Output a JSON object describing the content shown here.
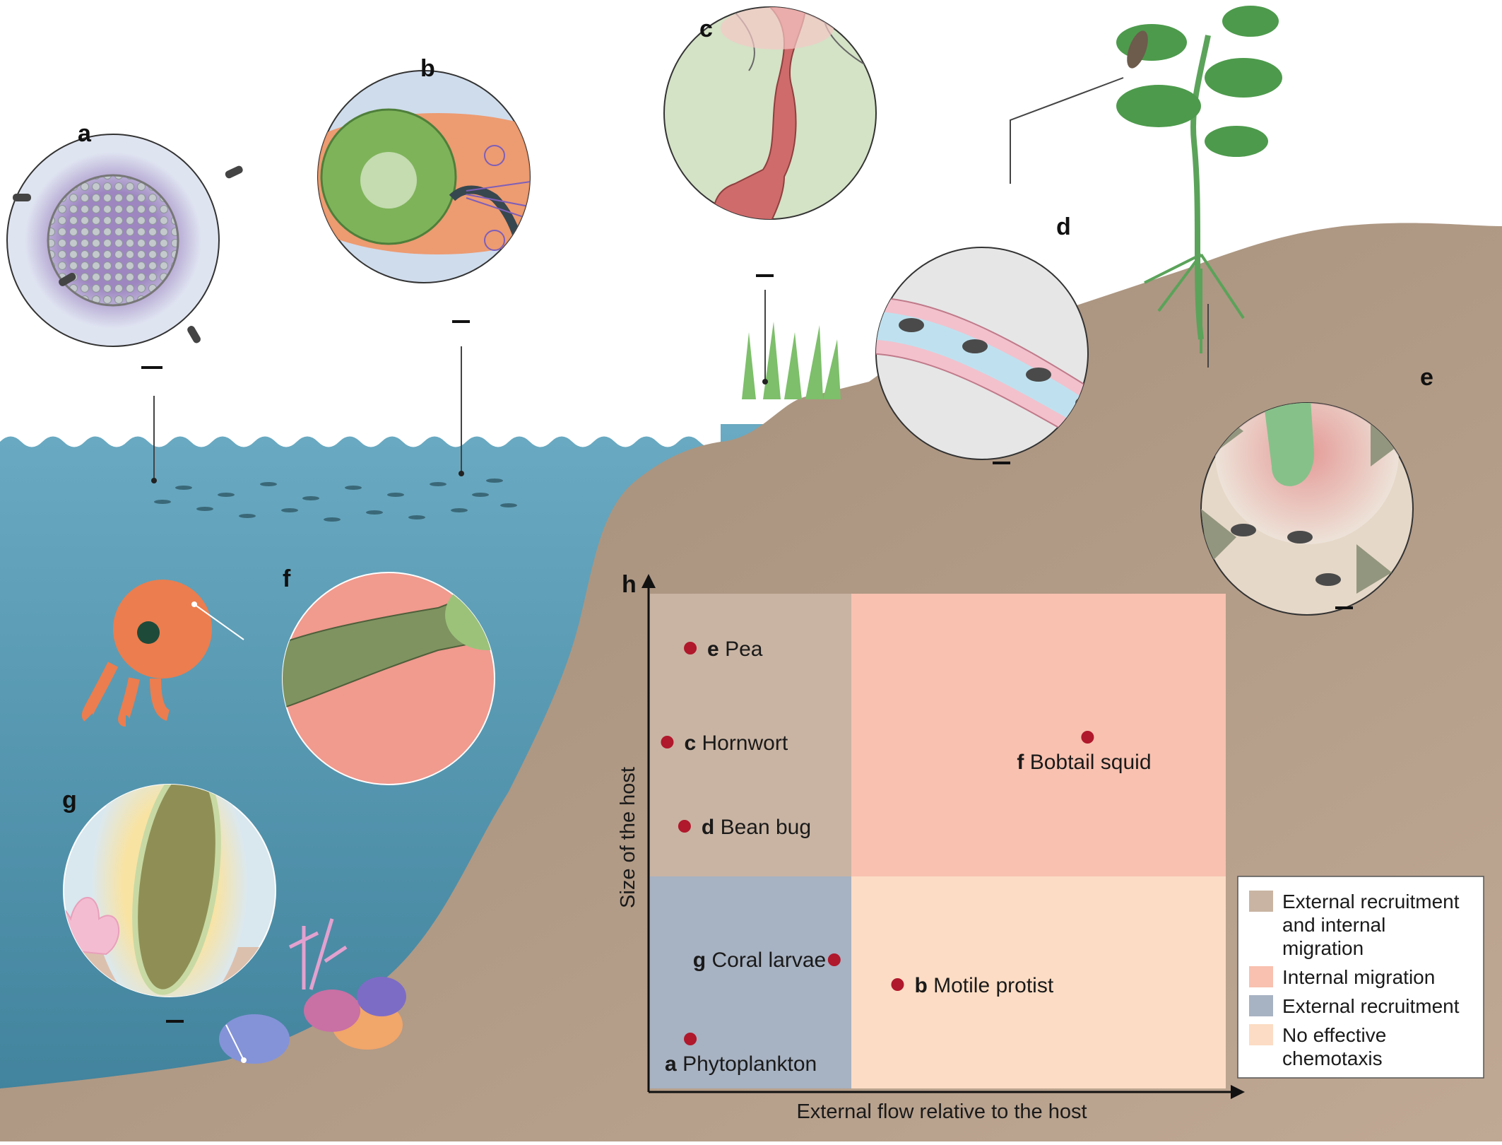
{
  "panels": {
    "a": "a",
    "b": "b",
    "c": "c",
    "d": "d",
    "e": "e",
    "f": "f",
    "g": "g",
    "h": "h"
  },
  "chart_data": {
    "type": "scatter",
    "xlabel": "External flow relative to the host",
    "ylabel": "Size of the host",
    "points": [
      {
        "letter": "e",
        "label": "Pea",
        "x": 0.07,
        "y": 0.89
      },
      {
        "letter": "c",
        "label": "Hornwort",
        "x": 0.03,
        "y": 0.7
      },
      {
        "letter": "f",
        "label": "Bobtail squid",
        "x": 0.76,
        "y": 0.71
      },
      {
        "letter": "d",
        "label": "Bean bug",
        "x": 0.06,
        "y": 0.53
      },
      {
        "letter": "g",
        "label": "Coral larvae",
        "x": 0.32,
        "y": 0.26
      },
      {
        "letter": "b",
        "label": "Motile protist",
        "x": 0.43,
        "y": 0.21
      },
      {
        "letter": "a",
        "label": "Phytoplankton",
        "x": 0.07,
        "y": 0.1
      }
    ],
    "regions": [
      {
        "name": "External recruitment and internal migration",
        "color": "#c9b4a3"
      },
      {
        "name": "Internal migration",
        "color": "#f8c1b0"
      },
      {
        "name": "External recruitment",
        "color": "#a7b2c2"
      },
      {
        "name": "No effective chemotaxis",
        "color": "#fcdcc4"
      }
    ],
    "legend": {
      "position": "right",
      "entries": [
        {
          "lines": [
            "External recruitment",
            "and internal",
            "migration"
          ],
          "color": "#c9b4a3"
        },
        {
          "lines": [
            "Internal migration"
          ],
          "color": "#f8c1b0"
        },
        {
          "lines": [
            "External recruitment"
          ],
          "color": "#a7b2c2"
        },
        {
          "lines": [
            "No effective",
            "chemotaxis"
          ],
          "color": "#fcdcc4"
        }
      ]
    }
  },
  "colors": {
    "water": "#6aa7bf",
    "soil": "#b6a08a",
    "point": "#b0182c"
  }
}
